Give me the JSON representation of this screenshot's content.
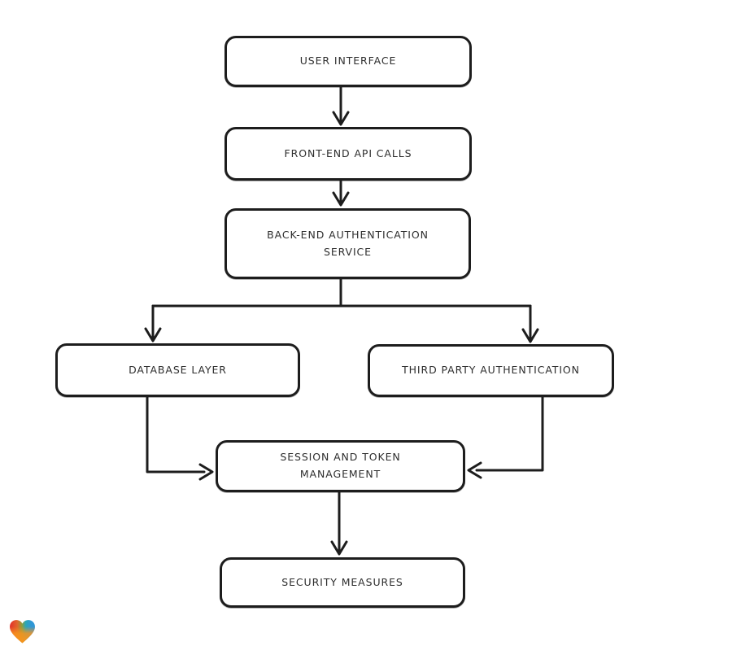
{
  "canvas": {
    "background": "#ffffff",
    "stroke_color": "#1d1d1d",
    "text_color": "#2e2e2e"
  },
  "nodes": [
    {
      "id": "user-interface",
      "label": "USER INTERFACE"
    },
    {
      "id": "front-end-api-calls",
      "label": "FRONT-END API CALLS"
    },
    {
      "id": "back-end-authentication-service",
      "label": "BACK-END AUTHENTICATION\nSERVICE"
    },
    {
      "id": "database-layer",
      "label": "DATABASE LAYER"
    },
    {
      "id": "third-party-authentication",
      "label": "THIRD PARTY AUTHENTICATION"
    },
    {
      "id": "session-and-token-management",
      "label": "SESSION AND TOKEN\nMANAGEMENT"
    },
    {
      "id": "security-measures",
      "label": "SECURITY MEASURES"
    }
  ],
  "edges": [
    {
      "from": "user-interface",
      "to": "front-end-api-calls"
    },
    {
      "from": "front-end-api-calls",
      "to": "back-end-authentication-service"
    },
    {
      "from": "back-end-authentication-service",
      "to": "database-layer"
    },
    {
      "from": "back-end-authentication-service",
      "to": "third-party-authentication"
    },
    {
      "from": "database-layer",
      "to": "session-and-token-management"
    },
    {
      "from": "third-party-authentication",
      "to": "session-and-token-management"
    },
    {
      "from": "session-and-token-management",
      "to": "security-measures"
    }
  ],
  "logo": {
    "name": "heart-watermark",
    "colors": {
      "red": "#e4302a",
      "redOrange": "#e0662b",
      "olive": "#8f9e3b",
      "teal": "#2aa7b5",
      "blue": "#2f97d6",
      "orange": "#f7941d"
    }
  }
}
